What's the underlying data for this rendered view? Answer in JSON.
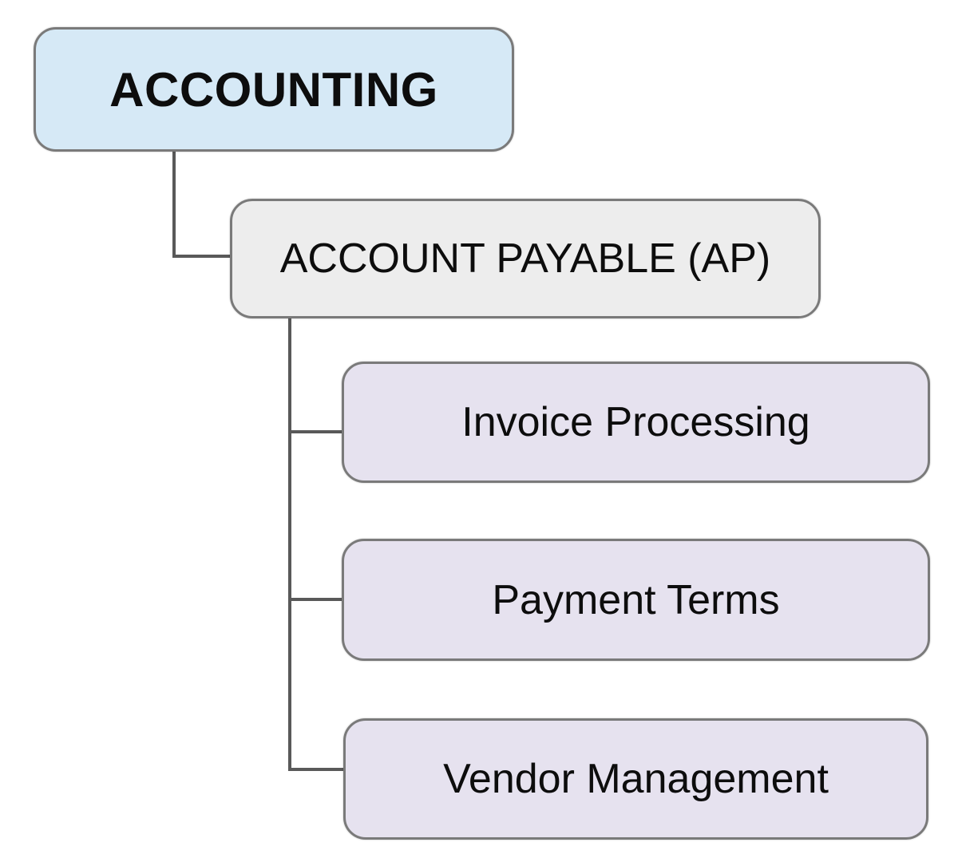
{
  "diagram": {
    "type": "hierarchy-tree",
    "nodes": {
      "root": {
        "label": "ACCOUNTING"
      },
      "branch": {
        "label": "ACCOUNT PAYABLE (AP)"
      },
      "leaves": [
        {
          "label": "Invoice Processing"
        },
        {
          "label": "Payment Terms"
        },
        {
          "label": "Vendor Management"
        }
      ]
    },
    "colors": {
      "root_fill": "#d6e9f6",
      "branch_fill": "#ededed",
      "leaf_fill": "#e6e2ef",
      "node_border": "#7a7a7a",
      "connector": "#595959",
      "text": "#0d0d0d",
      "background": "#ffffff"
    }
  }
}
